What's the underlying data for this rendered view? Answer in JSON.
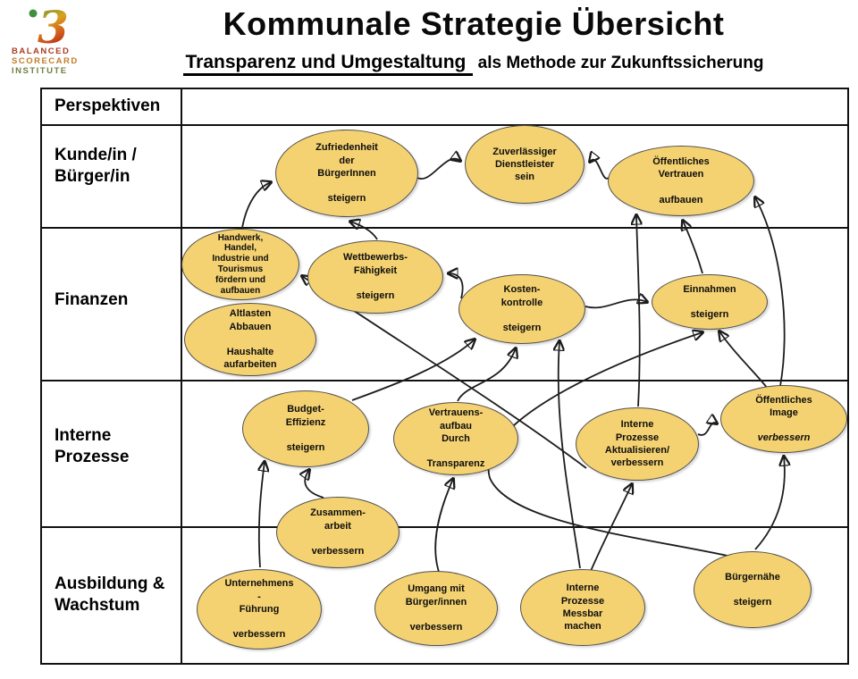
{
  "title": "Kommunale Strategie Übersicht",
  "subtitle": {
    "underlined": "Transparenz und Umgestaltung",
    "rest": "als Methode zur Zukunftssicherung"
  },
  "logo": {
    "glyph": "3",
    "lines": [
      "BALANCED",
      "SCORECARD",
      "INSTITUTE"
    ],
    "colors": {
      "balanced": "#a83c22",
      "scorecard": "#c07c28",
      "institute": "#6f8140"
    }
  },
  "perspectives": {
    "header": "Perspektiven",
    "rows": {
      "kunde": "Kunde/in /\nBürger/in",
      "finanzen": "Finanzen",
      "interne": "Interne\nProzesse",
      "ausbildung": "Ausbildung &\nWachstum"
    }
  },
  "nodes": {
    "zufriedenheit": {
      "text": "Zufriedenheit\nder\nBürgerInnen\n\nsteigern"
    },
    "zuverlaessiger_dienstleister": {
      "text": "Zuverlässiger\nDienstleister\nsein"
    },
    "oeffentliches_vertrauen": {
      "text": "Öffentliches\nVertrauen\n\naufbauen"
    },
    "handwerk": {
      "text": "Handwerk,\nHandel,\nIndustrie und\nTourismus\nfördern und\naufbauen"
    },
    "wettbewerbsfaehigkeit": {
      "text": "Wettbewerbs-\nFähigkeit\n\nsteigern"
    },
    "altlasten": {
      "text": "Altlasten\nAbbauen\n\nHaushalte\naufarbeiten"
    },
    "kostenkontrolle": {
      "text": "Kosten-\nkontrolle\n\nsteigern"
    },
    "einnahmen": {
      "text": "Einnahmen\n\nsteigern"
    },
    "budgeteffizienz": {
      "text": "Budget-\nEffizienz\n\nsteigern"
    },
    "vertrauensaufbau": {
      "text": "Vertrauens-\naufbau\nDurch\n\nTransparenz"
    },
    "interne_prozesse_aktualisieren": {
      "text": "Interne\nProzesse\nAktualisieren/\nverbessern"
    },
    "oeffentliches_image": {
      "text": "Öffentliches\nImage",
      "italic": "verbessern"
    },
    "zusammenarbeit": {
      "text": "Zusammen-\narbeit\n\nverbessern"
    },
    "unternehmensfuehrung": {
      "text": "Unternehmens\n-\nFührung\n\nverbessern"
    },
    "umgang_mit_buergerinnen": {
      "text": "Umgang mit\nBürger/innen\n\nverbessern"
    },
    "interne_prozesse_messbar": {
      "text": "Interne\nProzesse\nMessbar\nmachen"
    },
    "buergernaehe": {
      "text": "Bürgernähe\n\nsteigern"
    }
  },
  "edges": [
    {
      "from": "handwerk",
      "to": "zufriedenheit"
    },
    {
      "from": "wettbewerbsfaehigkeit",
      "to": "zufriedenheit"
    },
    {
      "from": "zufriedenheit",
      "to": "zuverlaessiger_dienstleister"
    },
    {
      "from": "oeffentliches_vertrauen",
      "to": "zuverlaessiger_dienstleister"
    },
    {
      "from": "kostenkontrolle",
      "to": "wettbewerbsfaehigkeit"
    },
    {
      "from": "kostenkontrolle",
      "to": "einnahmen"
    },
    {
      "from": "interne_prozesse_aktualisieren",
      "to": "oeffentliches_vertrauen"
    },
    {
      "from": "einnahmen",
      "to": "oeffentliches_vertrauen"
    },
    {
      "from": "oeffentliches_image",
      "to": "oeffentliches_vertrauen"
    },
    {
      "from": "oeffentliches_image",
      "to": "einnahmen"
    },
    {
      "from": "budgeteffizienz",
      "to": "kostenkontrolle"
    },
    {
      "from": "vertrauensaufbau",
      "to": "kostenkontrolle"
    },
    {
      "from": "interne_prozesse_messbar",
      "to": "kostenkontrolle"
    },
    {
      "from": "interne_prozesse_aktualisieren",
      "to": "oeffentliches_image"
    },
    {
      "from": "buergernaehe",
      "to": "einnahmen"
    },
    {
      "from": "buergernaehe",
      "to": "oeffentliches_image"
    },
    {
      "from": "unternehmensfuehrung",
      "to": "budgeteffizienz"
    },
    {
      "from": "zusammenarbeit",
      "to": "budgeteffizienz"
    },
    {
      "from": "umgang_mit_buergerinnen",
      "to": "vertrauensaufbau"
    },
    {
      "from": "interne_prozesse_messbar",
      "to": "interne_prozesse_aktualisieren"
    },
    {
      "from": "interne_prozesse_aktualisieren",
      "to": "handwerk"
    }
  ],
  "colors": {
    "node_fill": "#F5D271",
    "node_border": "#4f4f4f",
    "arrow": "#1c1c1c",
    "table_border": "#111111"
  }
}
